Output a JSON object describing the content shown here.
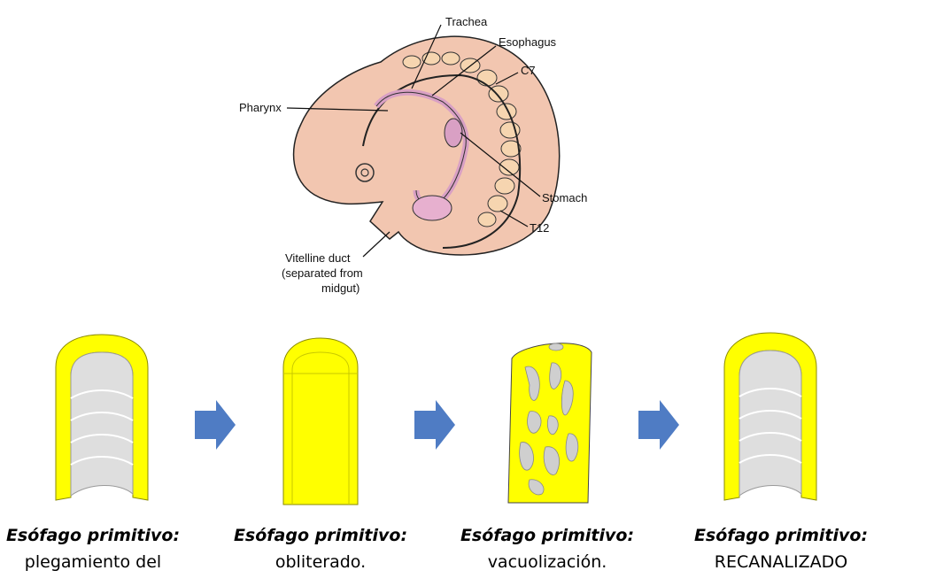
{
  "embryo": {
    "labels": {
      "trachea": "Trachea",
      "esophagus": "Esophagus",
      "c7": "C7",
      "pharynx": "Pharynx",
      "stomach": "Stomach",
      "t12": "T12",
      "vitelline_line1": "Vitelline duct",
      "vitelline_line2": "(separated from",
      "vitelline_line3": "midgut)"
    }
  },
  "stages": [
    {
      "title": "Esófago primitivo:",
      "subtitle": "plegamiento del"
    },
    {
      "title": "Esófago primitivo:",
      "subtitle": "obliterado."
    },
    {
      "title": "Esófago primitivo:",
      "subtitle": "vacuolización."
    },
    {
      "title": "Esófago primitivo:",
      "subtitle": "RECANALIZADO"
    }
  ],
  "colors": {
    "wall": "#ffff00",
    "lumen": "#dedede",
    "arrow": "#4f7cc4",
    "embryo_skin": "#f2c6b0",
    "gut": "#d9a0c4"
  }
}
